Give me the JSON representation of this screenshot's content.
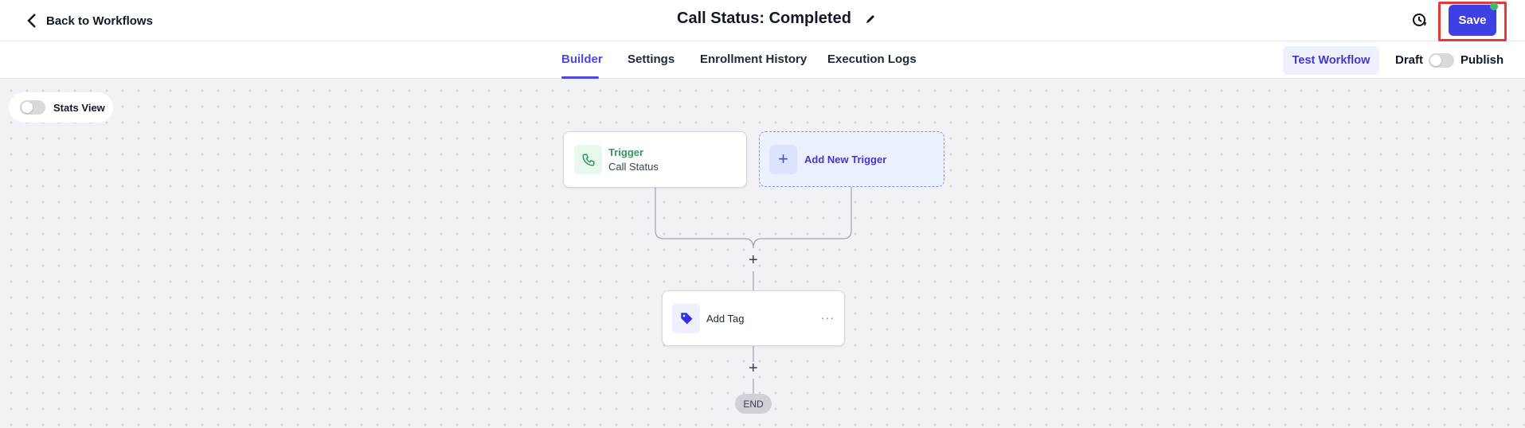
{
  "header": {
    "back_label": "Back to Workflows",
    "title": "Call Status: Completed",
    "save_label": "Save"
  },
  "tabs": [
    {
      "label": "Builder",
      "active": true
    },
    {
      "label": "Settings"
    },
    {
      "label": "Enrollment History"
    },
    {
      "label": "Execution Logs"
    }
  ],
  "toolbar": {
    "test_label": "Test Workflow",
    "draft_label": "Draft",
    "publish_label": "Publish",
    "published": false
  },
  "canvas": {
    "stats_label": "Stats View",
    "stats_on": false,
    "trigger": {
      "type_label": "Trigger",
      "name": "Call Status",
      "icon": "phone-icon"
    },
    "add_trigger_label": "Add New Trigger",
    "action": {
      "name": "Add Tag",
      "icon": "tag-icon"
    },
    "end_label": "END"
  },
  "colors": {
    "accent": "#4f46e5",
    "save": "#3f3fe6",
    "trigger_green": "#2f9a5a",
    "highlight": "#e53935"
  }
}
